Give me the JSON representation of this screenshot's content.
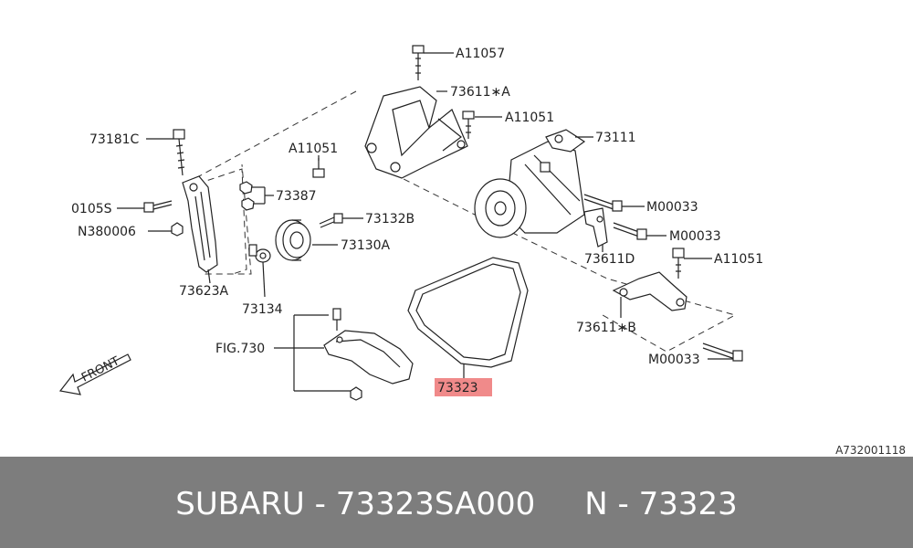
{
  "labels": {
    "a11057": "A11057",
    "p73611a": "73611∗A",
    "a11051_top": "A11051",
    "p73111": "73111",
    "p73181c": "73181C",
    "a11051_left": "A11051",
    "p73387": "73387",
    "p0105s": "0105S",
    "n380006": "N380006",
    "p73132b": "73132B",
    "p73130a": "73130A",
    "m00033_a": "M00033",
    "m00033_b": "M00033",
    "p73611d": "73611D",
    "a11051_right": "A11051",
    "p73623a": "73623A",
    "p73134": "73134",
    "p73611b": "73611∗B",
    "fig730": "FIG.730",
    "m00033_c": "M00033",
    "p73323": "73323",
    "front": "FRONT"
  },
  "doc_code": "A732001118",
  "footer": {
    "text": "SUBARU - 73323SA000     N - 73323"
  },
  "colors": {
    "highlight": "#f08a8a",
    "footer_bg": "#7d7d7d"
  }
}
